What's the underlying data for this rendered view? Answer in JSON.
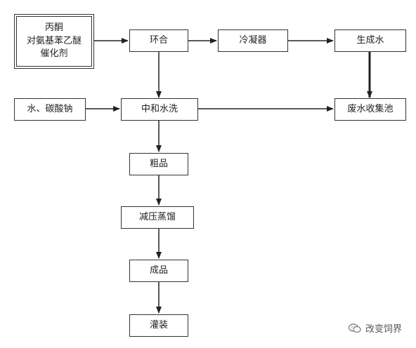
{
  "nodes": {
    "inputs_top": {
      "lines": [
        "丙酮",
        "对氨基苯乙醚",
        "催化剂"
      ]
    },
    "ring_close": {
      "label": "环合"
    },
    "condenser": {
      "label": "冷凝器"
    },
    "water_gen": {
      "label": "生成水"
    },
    "inputs_mid": {
      "label": "水、碳酸钠"
    },
    "neutral_wash": {
      "label": "中和水洗"
    },
    "waste_pool": {
      "label": "废水收集池"
    },
    "crude": {
      "label": "粗品"
    },
    "vacuum_distill": {
      "label": "减压蒸馏"
    },
    "product": {
      "label": "成品"
    },
    "filling": {
      "label": "灌装"
    }
  },
  "edges": [
    [
      "inputs_top",
      "ring_close"
    ],
    [
      "ring_close",
      "condenser"
    ],
    [
      "condenser",
      "water_gen"
    ],
    [
      "water_gen",
      "waste_pool"
    ],
    [
      "ring_close",
      "neutral_wash"
    ],
    [
      "inputs_mid",
      "neutral_wash"
    ],
    [
      "neutral_wash",
      "waste_pool"
    ],
    [
      "neutral_wash",
      "crude"
    ],
    [
      "crude",
      "vacuum_distill"
    ],
    [
      "vacuum_distill",
      "product"
    ],
    [
      "product",
      "filling"
    ]
  ],
  "watermark": {
    "text": "改变饲界",
    "icon": "wechat-icon"
  }
}
